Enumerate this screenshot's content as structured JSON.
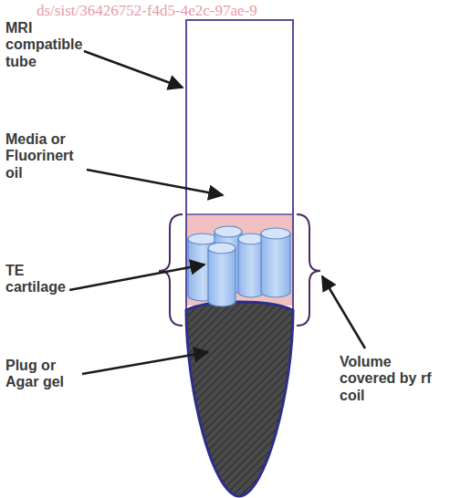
{
  "diagram": {
    "labels": [
      "ds/sist/36426752-f4d5-4e2c-97ae-9",
      "MRI compatible tube",
      "Media or Fluorinert oil",
      "TE cartilage",
      "Plug or Agar gel",
      "Volume covered by rf coil"
    ]
  }
}
